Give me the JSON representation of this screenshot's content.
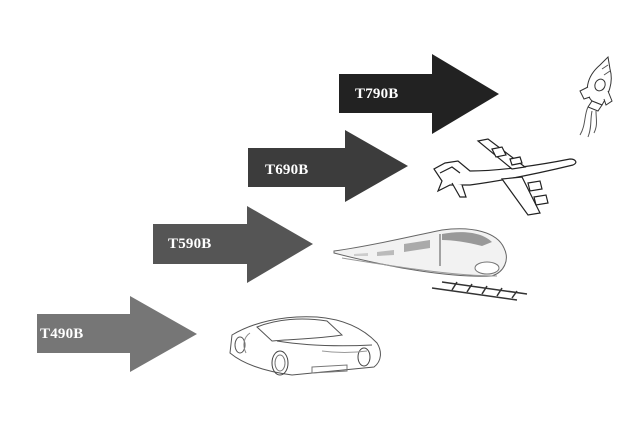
{
  "diagram": {
    "type": "progression",
    "steps": [
      {
        "label": "T490B",
        "color": "#767676",
        "vehicle": "sports-car"
      },
      {
        "label": "T590B",
        "color": "#555555",
        "vehicle": "bullet-train"
      },
      {
        "label": "T690B",
        "color": "#3c3c3c",
        "vehicle": "airplane"
      },
      {
        "label": "T790B",
        "color": "#222222",
        "vehicle": "rocket"
      }
    ]
  }
}
